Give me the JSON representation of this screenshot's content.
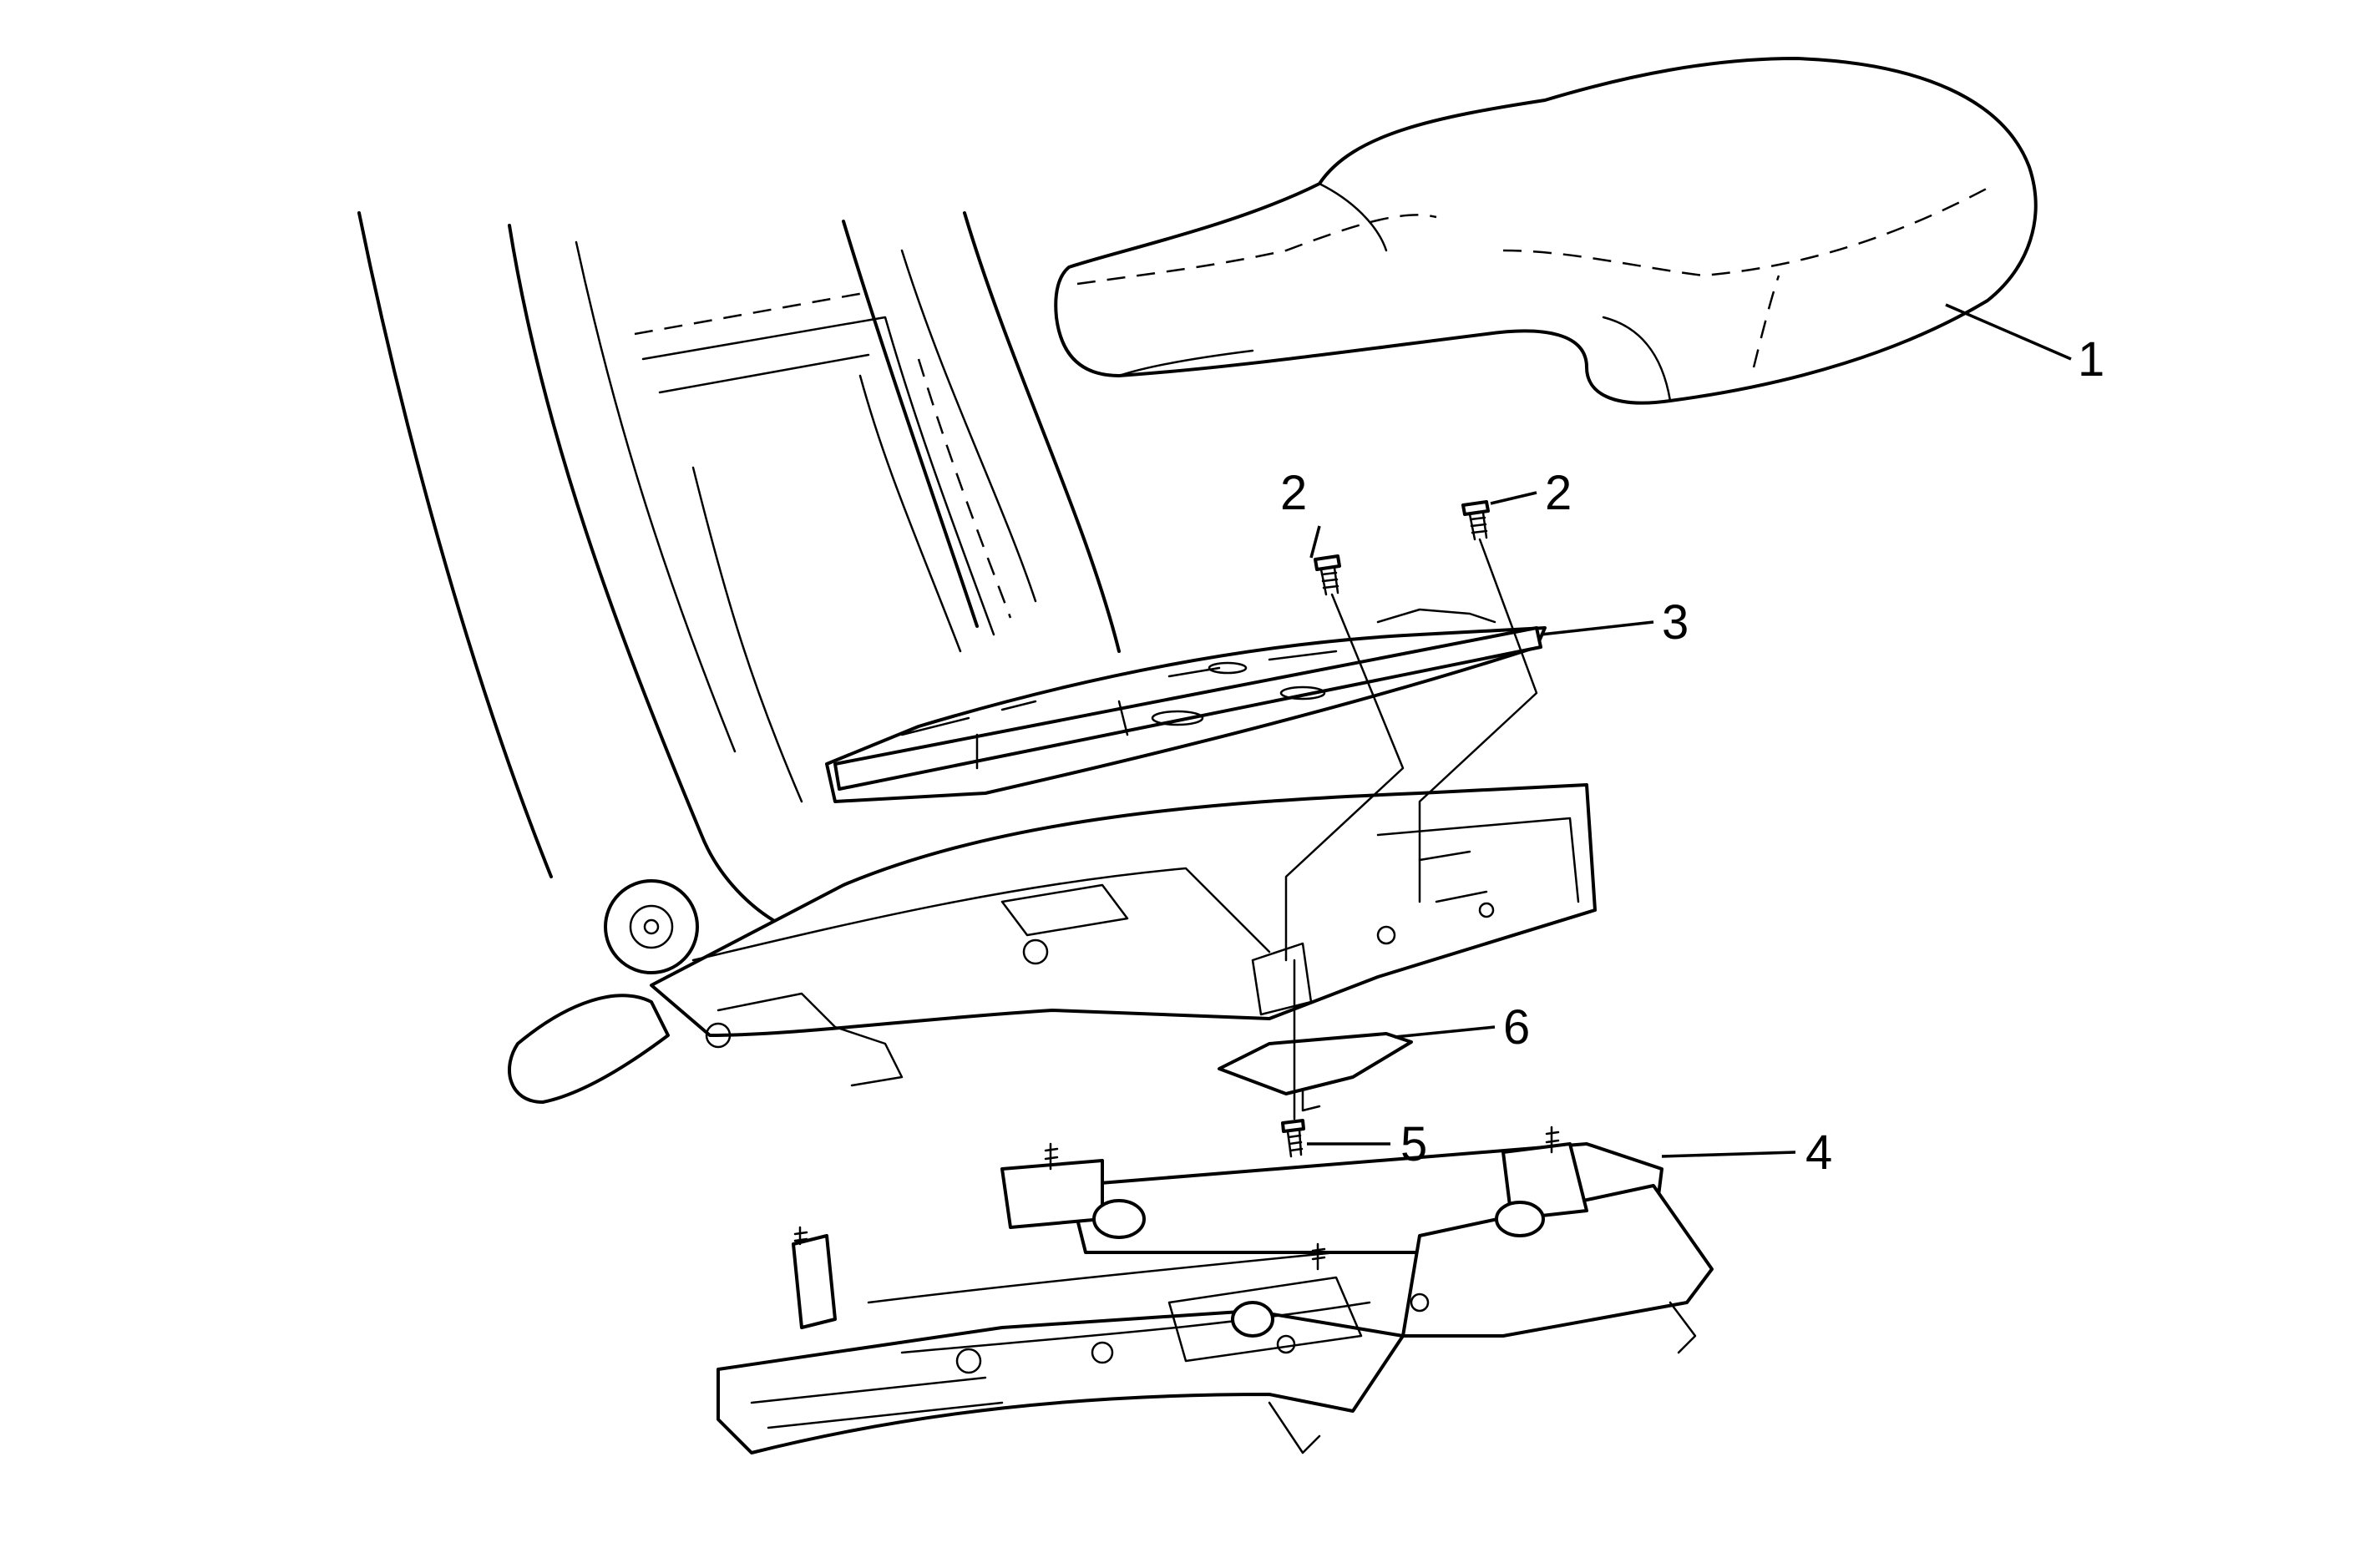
{
  "diagram": {
    "callouts": [
      {
        "id": "c1",
        "text": "1"
      },
      {
        "id": "c2a",
        "text": "2"
      },
      {
        "id": "c2b",
        "text": "2"
      },
      {
        "id": "c3",
        "text": "3"
      },
      {
        "id": "c4",
        "text": "4"
      },
      {
        "id": "c5",
        "text": "5"
      },
      {
        "id": "c6",
        "text": "6"
      }
    ]
  }
}
